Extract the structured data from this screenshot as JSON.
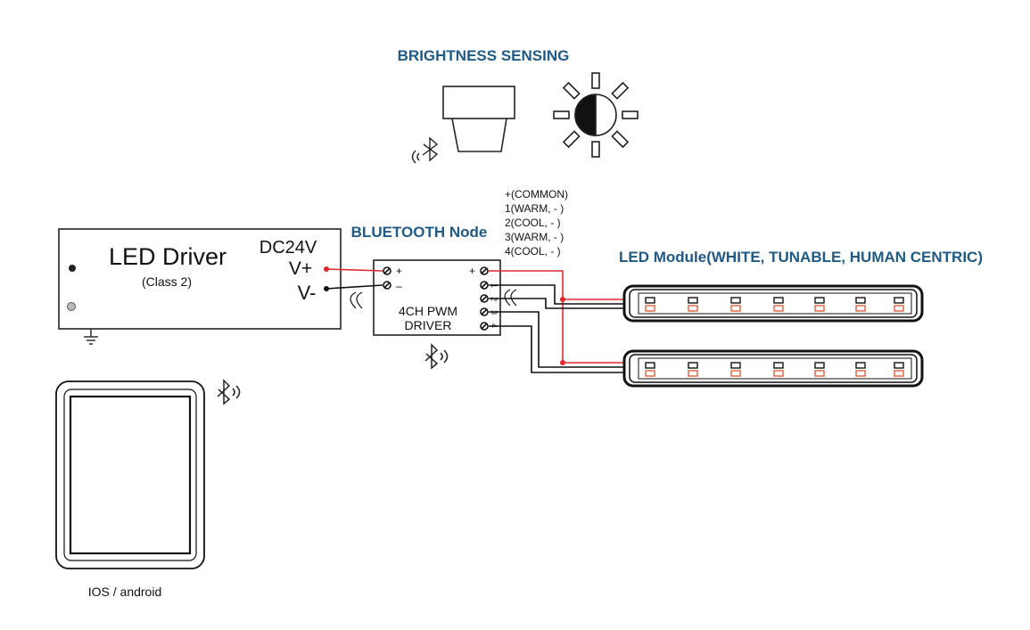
{
  "titles": {
    "brightness": "BRIGHTNESS SENSING",
    "bluetooth_node": "BLUETOOTH  Node",
    "led_module": "LED Module(WHITE, TUNABLE, HUMAN CENTRIC)"
  },
  "driver": {
    "title": "LED Driver",
    "subtitle": "(Class 2)",
    "voltage": "DC24V",
    "v_plus": "V+",
    "v_minus": "V-"
  },
  "pwm": {
    "line1": "4CH PWM",
    "line2": "DRIVER",
    "in_plus": "+",
    "in_minus": "–",
    "out_plus": "+",
    "channels": [
      "1",
      "2",
      "3",
      "4"
    ]
  },
  "outputs": [
    "+(COMMON)",
    "1(WARM, - )",
    "2(COOL,  - )",
    "3(WARM, - )",
    "4(COOL,  - )"
  ],
  "tablet_label": "IOS / android",
  "colors": {
    "title_blue": "#1f5a87",
    "wire_red": "#e0282e",
    "led_orange": "#e0603a"
  },
  "icons": [
    "bluetooth-icon",
    "sun-icon",
    "ground-icon",
    "screw-terminal-icon"
  ]
}
